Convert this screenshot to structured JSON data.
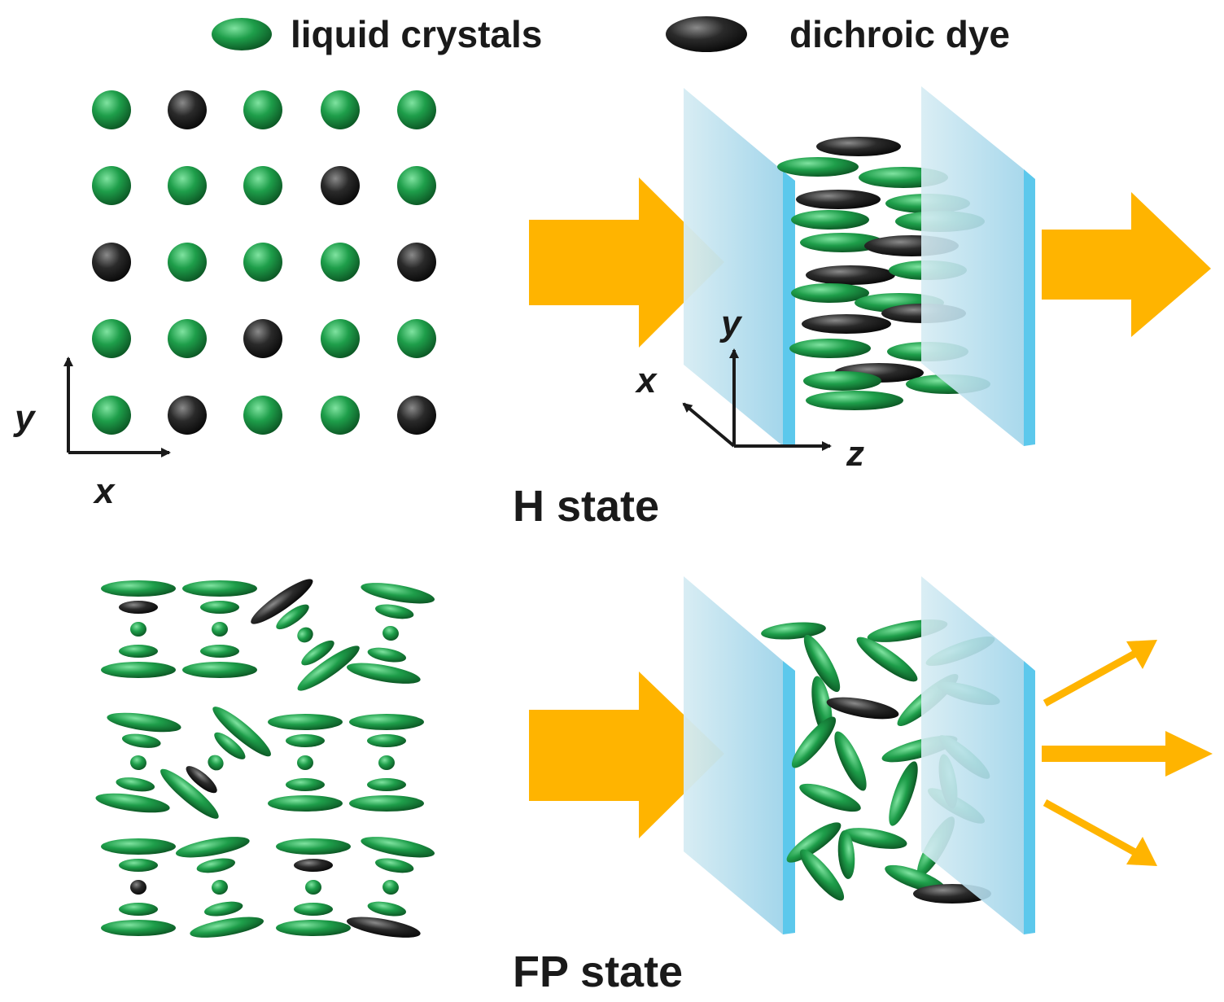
{
  "legend": {
    "liquid_crystal_label": "liquid crystals",
    "dye_label": "dichroic dye"
  },
  "colors": {
    "liquid_crystal": "#1e9e4a",
    "liquid_crystal_dark": "#0b5e26",
    "dye": "#1c1c1c",
    "glass": "#bfe1ee",
    "glass_edge": "#5cc8ec",
    "light_arrow": "#ffb400"
  },
  "h_state": {
    "label": "H state",
    "grid_axes": {
      "x": "x",
      "y": "y"
    },
    "cell_axes": {
      "x": "x",
      "y": "y",
      "z": "z"
    },
    "grid": [
      [
        "lc",
        "dye",
        "lc",
        "lc",
        "lc"
      ],
      [
        "lc",
        "lc",
        "lc",
        "dye",
        "lc"
      ],
      [
        "dye",
        "lc",
        "lc",
        "lc",
        "dye"
      ],
      [
        "lc",
        "lc",
        "dye",
        "lc",
        "lc"
      ],
      [
        "lc",
        "dye",
        "lc",
        "lc",
        "dye"
      ]
    ]
  },
  "fp_state": {
    "label": "FP state"
  }
}
